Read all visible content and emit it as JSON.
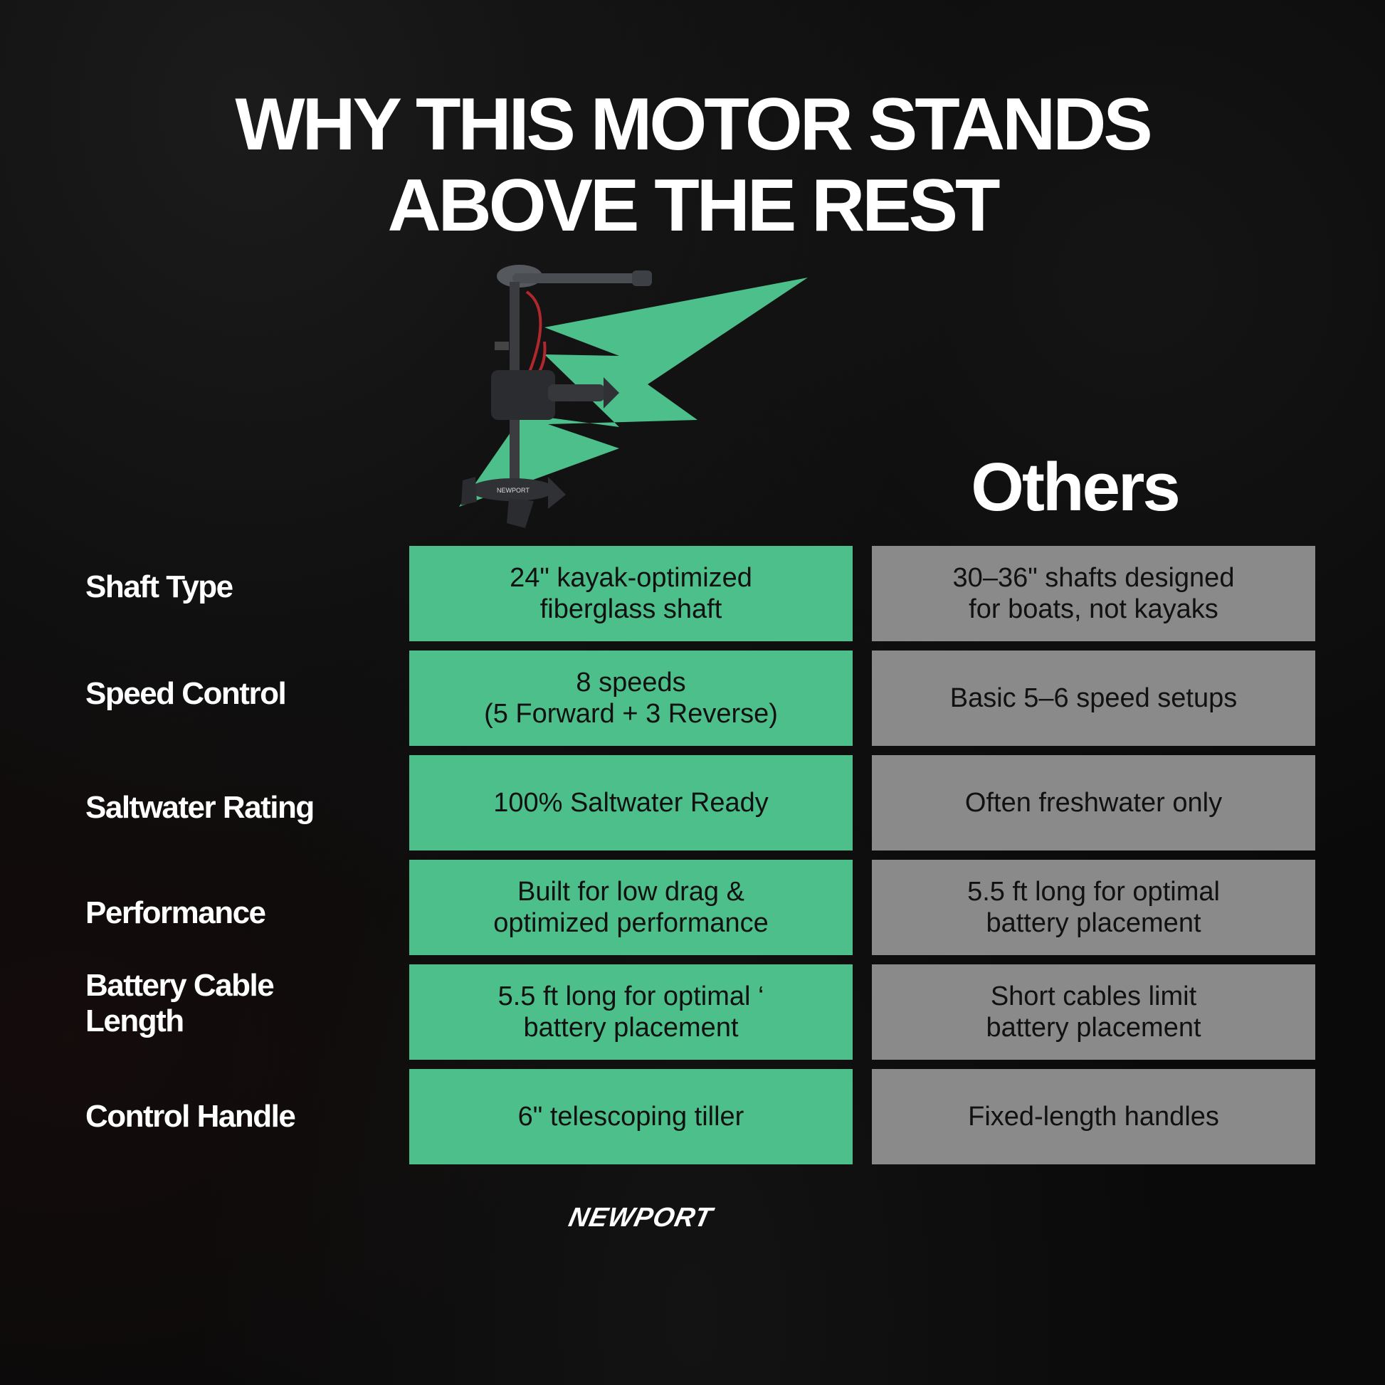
{
  "headline": {
    "line1": "WHY THIS MOTOR STANDS",
    "line2": "ABOVE THE REST"
  },
  "others_heading": "Others",
  "colors": {
    "ours_cell": "#4dbf8a",
    "others_cell": "#8a8a8a",
    "background": "#0a0a0a",
    "text_light": "#ffffff",
    "text_dark": "#111111"
  },
  "rows": [
    {
      "label": "Shaft Type",
      "ours": "24\" kayak-optimized\nfiberglass shaft",
      "others": "30–36\" shafts designed\nfor boats, not kayaks"
    },
    {
      "label": "Speed Control",
      "ours": "8 speeds\n(5 Forward + 3 Reverse)",
      "others": "Basic 5–6 speed setups"
    },
    {
      "label": "Saltwater Rating",
      "ours": "100% Saltwater Ready",
      "others": "Often freshwater only"
    },
    {
      "label": "Performance",
      "ours": "Built for low drag &\noptimized performance",
      "others": "5.5 ft long for optimal\nbattery placement"
    },
    {
      "label": "Battery Cable\nLength",
      "ours": "5.5 ft long for optimal ‘\nbattery placement",
      "others": "Short cables limit\nbattery placement"
    },
    {
      "label": "Control Handle",
      "ours": "6\" telescoping tiller",
      "others": "Fixed-length handles"
    }
  ],
  "hero_image": {
    "icon": "trolling-motor-icon",
    "brand_mark": "lightning-bolt-icon",
    "motor_label": "NEWPORT"
  },
  "logo": "NEWPORT"
}
